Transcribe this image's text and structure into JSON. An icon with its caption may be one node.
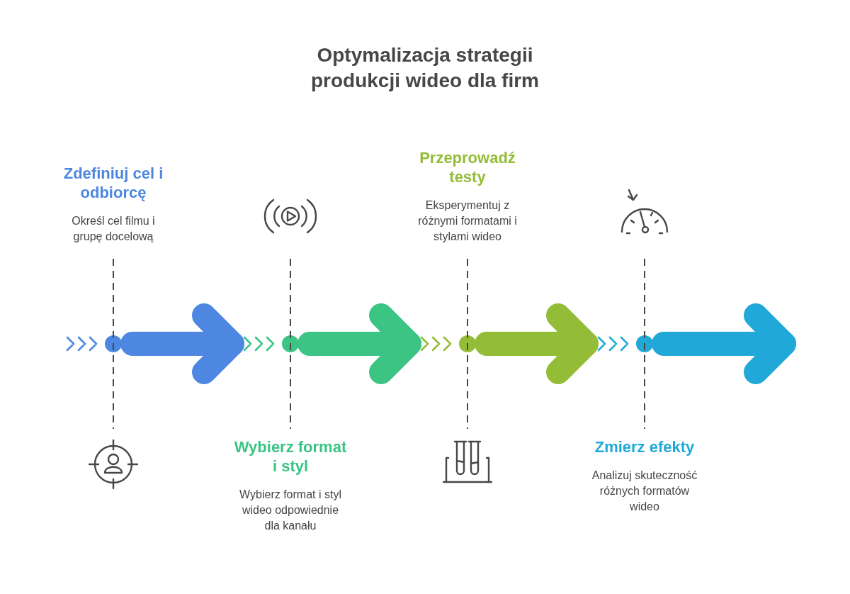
{
  "diagram": {
    "title": "Optymalizacja strategii produkcji wideo dla firm",
    "nodes": [
      {
        "text": [
          "Zdefiniuj cel i odbiorcę",
          "Określ cel filmu i grupę docelową"
        ]
      },
      {
        "text": [
          "Wybierz format i styl",
          "Wybierz format i styl wideo odpowiednie dla kanału"
        ]
      },
      {
        "text": [
          "Przeprowadź testy",
          "Eksperymentuj z różnymi formatami i stylami wideo"
        ]
      },
      {
        "text": [
          "Zmierz efekty",
          "Analizuj skuteczność różnych formatów wideo"
        ]
      }
    ],
    "edges": [
      {
        "from": 0,
        "to": 1,
        "arrow": "to",
        "color": "#4d87e2"
      },
      {
        "from": 1,
        "to": 2,
        "arrow": "to",
        "color": "#3bc483"
      },
      {
        "from": 2,
        "to": 3,
        "arrow": "to",
        "color": "#93bc37"
      },
      {
        "from": 3,
        "to": null,
        "arrow": "to",
        "color": "#20a9d8"
      }
    ]
  }
}
